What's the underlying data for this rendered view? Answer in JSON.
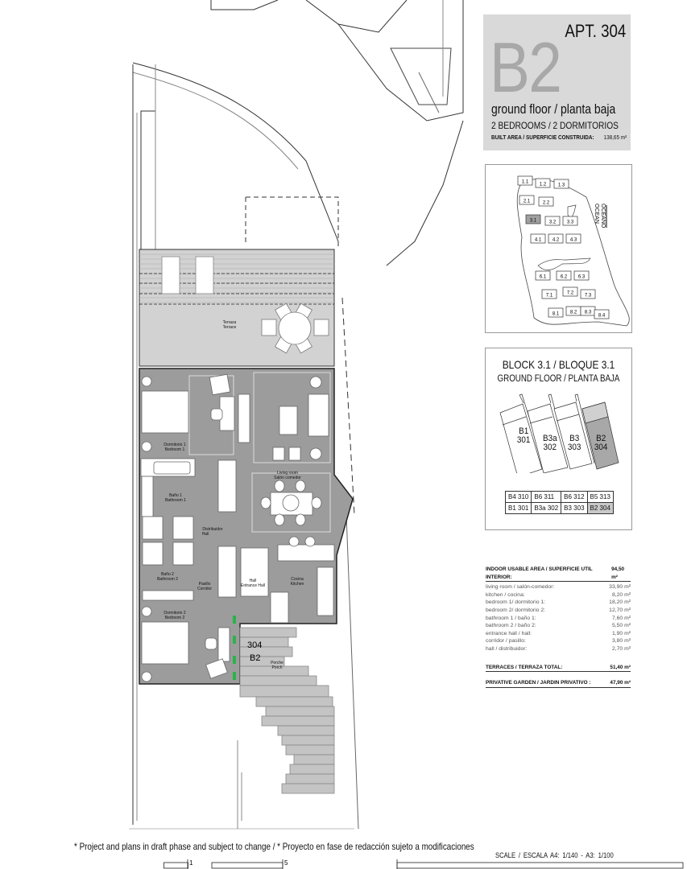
{
  "header": {
    "apartment": "APT. 304",
    "type_code": "B2",
    "floor": "ground floor / planta baja",
    "bedrooms": "2 BEDROOMS / 2 DORMITORIOS",
    "built_area_label": "BUILT AREA / SUPERFICIE CONSTRUIDA:",
    "built_area_value": "138,65 m²"
  },
  "site_map": {
    "ocean_label": "OCEAN",
    "ocean_label_es": "OCEANO",
    "blocks": [
      "1.1",
      "1.2",
      "1.3",
      "2.1",
      "2.2",
      "3.1",
      "3.2",
      "3.3",
      "4.1",
      "4.2",
      "4.3",
      "6.1",
      "6.2",
      "6.3",
      "7.1",
      "7.2",
      "7.3",
      "8.1",
      "8.2",
      "8.3",
      "8.4"
    ],
    "highlighted": "3.1",
    "highlight_color": "#a0a0a0"
  },
  "block_plan": {
    "title": "BLOCK 3.1 / BLOQUE 3.1",
    "subtitle": "GROUND FLOOR / PLANTA BAJA",
    "units": [
      {
        "type": "B1",
        "number": "301"
      },
      {
        "type": "B3a",
        "number": "302"
      },
      {
        "type": "B3",
        "number": "303"
      },
      {
        "type": "B2",
        "number": "304"
      }
    ],
    "table": [
      [
        "B4 310",
        "B6 311",
        "B6 312",
        "B5 313"
      ],
      [
        "B1 301",
        "B3a 302",
        "B3 303",
        "B2 304"
      ]
    ],
    "highlight_color": "#c8c8c8"
  },
  "areas": {
    "indoor_label": "INDOOR USABLE AREA / SUPERFICIE UTIL INTERIOR:",
    "indoor_value": "94,50 m²",
    "rooms": [
      {
        "label": "living room / salón-comedor:",
        "value": "33,90 m²"
      },
      {
        "label": "kitchen / cocina:",
        "value": "8,20 m²"
      },
      {
        "label": "bedroom 1/ dormitorio 1:",
        "value": "18,20 m²"
      },
      {
        "label": "bedroom 2/ dormitorio 2:",
        "value": "12,70 m²"
      },
      {
        "label": "bathroom 1 / baño 1:",
        "value": "7,60 m²"
      },
      {
        "label": "bathroom 2 / baño 2:",
        "value": "5,50 m²"
      },
      {
        "label": "entrance hall / hall:",
        "value": "1,90 m²"
      },
      {
        "label": "corridor / pasillo:",
        "value": "3,80 m²"
      },
      {
        "label": "hall / distribuidor:",
        "value": "2,70 m²"
      }
    ],
    "terraces_label": "TERRACES / TERRAZA TOTAL:",
    "terraces_value": "51,40 m²",
    "garden_label": "PRIVATIVE GARDEN / JARDIN PRIVATIVO :",
    "garden_value": "47,90 m²"
  },
  "plan": {
    "terrace": [
      "Terraza",
      "Terrace"
    ],
    "bedroom1": [
      "Dormitorio 1",
      "Bedroom 1"
    ],
    "bath1": [
      "Baño 1",
      "Bathroom 1"
    ],
    "hall": [
      "Distribuidor",
      "Hall"
    ],
    "bath2": [
      "Baño 2",
      "Bathroom 2"
    ],
    "corridor": [
      "Pasillo",
      "Corridor"
    ],
    "entrance": [
      "Hall",
      "Entrance Hall"
    ],
    "kitchen": [
      "Cocina",
      "Kitchen"
    ],
    "living": [
      "Living room",
      "Salón comedor"
    ],
    "bedroom2": [
      "Dormitorio 2",
      "Bedroom 2"
    ],
    "porch": [
      "Porche",
      "Porch"
    ],
    "unit_number": "304",
    "unit_type": "B2",
    "interior_color": "#9c9c9c",
    "terrace_color": "#d2d2d2"
  },
  "footer": {
    "disclaimer": "* Project and plans in draft phase and subject to change / * Proyecto en fase de redacción sujeto a modificaciones",
    "scale": "SCALE / ESCALA     A4: 1/140  -  A3: 1/100",
    "scale_marks": [
      "1",
      "5"
    ]
  }
}
